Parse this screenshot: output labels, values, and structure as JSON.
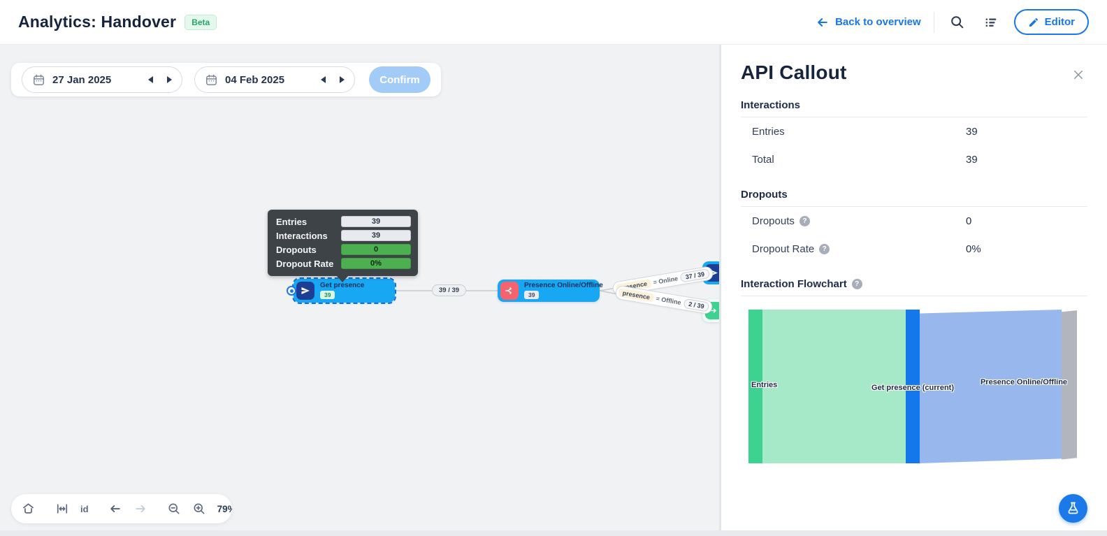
{
  "header": {
    "title": "Analytics: Handover",
    "beta_badge": "Beta",
    "back_link": "Back to overview",
    "editor_button": "Editor"
  },
  "date_filter": {
    "start_date": "27 Jan 2025",
    "end_date": "04 Feb 2025",
    "confirm_label": "Confirm"
  },
  "node_tooltip": {
    "rows": [
      {
        "label": "Entries",
        "value": "39"
      },
      {
        "label": "Interactions",
        "value": "39"
      },
      {
        "label": "Dropouts",
        "value": "0"
      },
      {
        "label": "Dropout Rate",
        "value": "0%"
      }
    ]
  },
  "flow": {
    "node_get_presence": {
      "label": "Get presence",
      "badge": "39"
    },
    "node_presence_condition": {
      "label": "Presence Online/Offline",
      "badge": "39"
    },
    "edge_main": {
      "ratio": "39 / 39"
    },
    "edge_online": {
      "variable": "presence",
      "operator": "= Online",
      "ratio": "37 / 39"
    },
    "edge_offline": {
      "variable": "presence",
      "operator": "= Offline",
      "ratio": "2 / 39"
    }
  },
  "canvas_toolbar": {
    "id_label": "id",
    "zoom_level": "79%"
  },
  "panel": {
    "title": "API Callout",
    "interactions": {
      "title": "Interactions",
      "rows": [
        {
          "label": "Entries",
          "value": "39"
        },
        {
          "label": "Total",
          "value": "39"
        }
      ]
    },
    "dropouts": {
      "title": "Dropouts",
      "rows": [
        {
          "label": "Dropouts",
          "value": "0"
        },
        {
          "label": "Dropout Rate",
          "value": "0%"
        }
      ]
    },
    "flowchart": {
      "title": "Interaction Flowchart"
    }
  },
  "chart_data": {
    "type": "sankey",
    "title": "Interaction Flowchart",
    "nodes": [
      {
        "name": "Entries",
        "value": 39,
        "color": "#3dd28f"
      },
      {
        "name": "Get presence (current)",
        "value": 39,
        "color": "#1478ec"
      },
      {
        "name": "Presence Online/Offline",
        "value": 39,
        "color": "#b2b6bc"
      }
    ],
    "links": [
      {
        "source": "Entries",
        "target": "Get presence (current)",
        "value": 39,
        "color": "#a6e9c8"
      },
      {
        "source": "Get presence (current)",
        "target": "Presence Online/Offline",
        "value": 39,
        "color": "#98b8ed"
      }
    ]
  },
  "colors": {
    "accent_blue": "#1877e8",
    "node_blue": "#18a8f3",
    "success_green": "#4caf50",
    "brand_navy": "#17243d"
  }
}
